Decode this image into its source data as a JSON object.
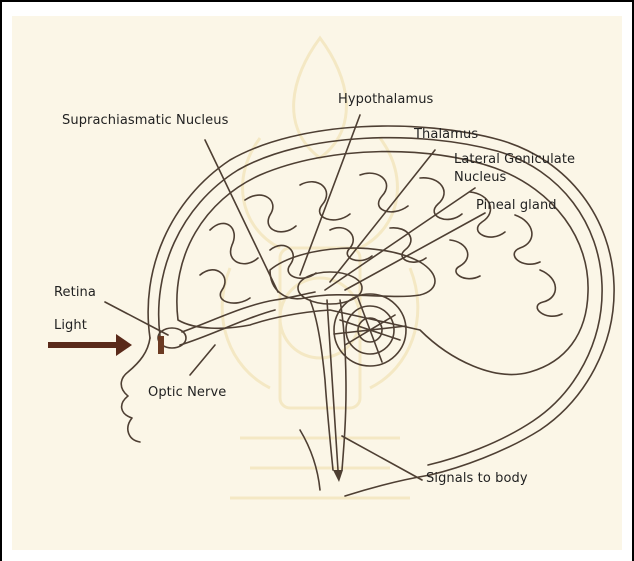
{
  "labels": {
    "hypothalamus": "Hypothalamus",
    "suprachiasmatic": "Suprachiasmatic Nucleus",
    "thalamus": "Thalamus",
    "lgn_line1": "Lateral Geniculate",
    "lgn_line2": "Nucleus",
    "pineal": "Pineal gland",
    "retina": "Retina",
    "light": "Light",
    "optic_nerve": "Optic Nerve",
    "signals": "Signals to body"
  },
  "colors": {
    "paper": "#fbf6e7",
    "ink": "#5a4a3a",
    "arrow": "#5a2a1a",
    "watermark": "#e8c96a"
  },
  "watermark_icon": "seal-watermark-icon"
}
